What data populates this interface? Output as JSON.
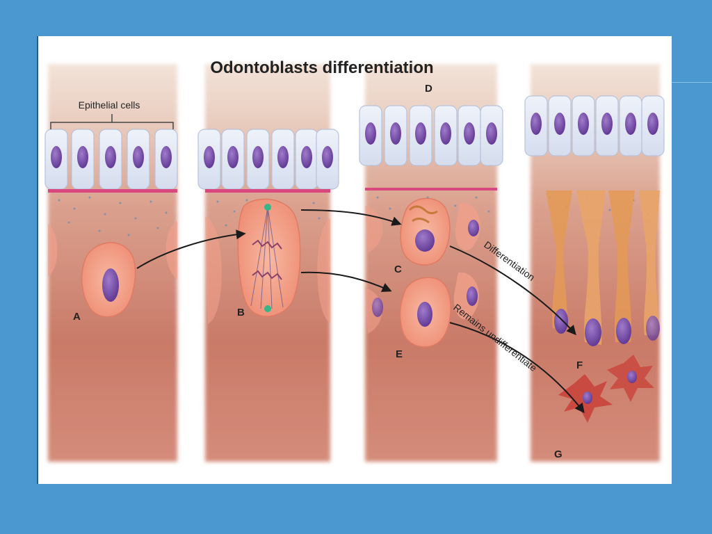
{
  "title": "Odontoblasts differentiation",
  "labels": {
    "epithelial": "Epithelial cells",
    "a": "A",
    "b": "B",
    "c": "C",
    "d": "D",
    "e": "E",
    "f": "F",
    "g": "G",
    "differentiation": "Differentiation",
    "remains": "Remains undifferentiate"
  },
  "colors": {
    "slide_background": "#4b97d0",
    "panel": "#ffffff",
    "epithelial_cell": "#dfe6f3",
    "nucleus": "#7b4fae",
    "basement_membrane": "#d9477f",
    "mesenchyme": "#d89a86",
    "cell_body": "#f4a58e",
    "odontoblast": "#e49a55",
    "arrow": "#1a1a1a"
  }
}
